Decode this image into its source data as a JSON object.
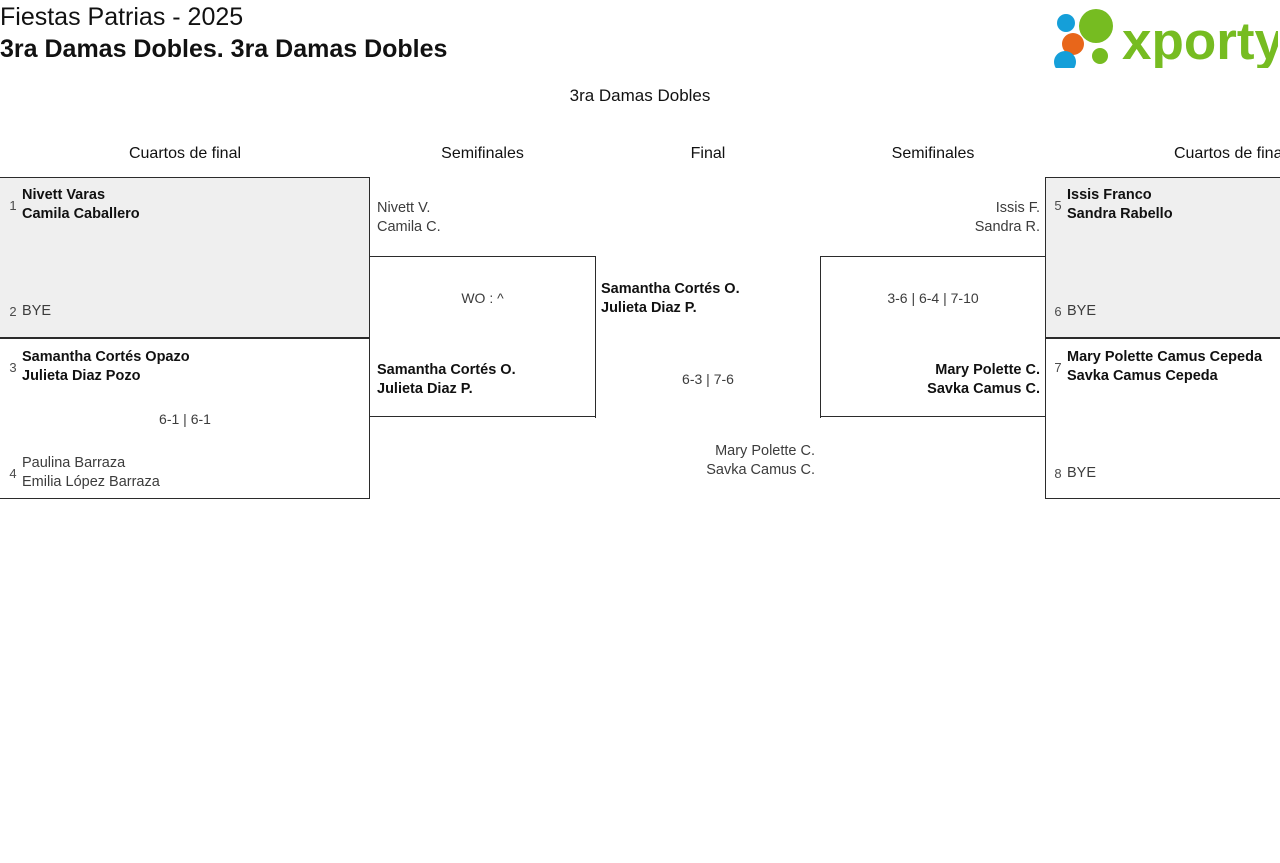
{
  "header": {
    "tournament": "Fiestas Patrias - 2025",
    "category": "3ra Damas Dobles. 3ra Damas Dobles",
    "logo_text": "xporty",
    "logo_colors": {
      "green": "#76bc21",
      "blue": "#159fd9",
      "orange": "#e8661a"
    }
  },
  "draw": {
    "title": "3ra Damas Dobles"
  },
  "rounds": [
    {
      "label": "Cuartos de final"
    },
    {
      "label": "Semifinales"
    },
    {
      "label": "Final"
    },
    {
      "label": "Semifinales"
    },
    {
      "label": "Cuartos de final"
    }
  ],
  "bracket": {
    "left_quarterfinals": [
      {
        "shaded": true,
        "top": {
          "seed": "1",
          "line1": "Nivett Varas",
          "line2": "Camila Caballero",
          "winner": true
        },
        "bottom": {
          "seed": "2",
          "line1": "BYE",
          "line2": "",
          "winner": false
        },
        "score": ""
      },
      {
        "shaded": false,
        "top": {
          "seed": "3",
          "line1": "Samantha Cortés Opazo",
          "line2": "Julieta Diaz Pozo",
          "winner": true
        },
        "bottom": {
          "seed": "4",
          "line1": "Paulina Barraza",
          "line2": "Emilia López Barraza",
          "winner": false
        },
        "score": "6-1 | 6-1"
      }
    ],
    "left_semifinal": {
      "top": {
        "line1": "Nivett V.",
        "line2": "Camila C.",
        "winner": false
      },
      "bottom": {
        "line1": "Samantha Cortés O.",
        "line2": "Julieta Diaz P.",
        "winner": true
      },
      "score": "WO : ^"
    },
    "final": {
      "top": {
        "line1": "Samantha Cortés O.",
        "line2": "Julieta Diaz P.",
        "winner": true
      },
      "bottom": {
        "line1": "Mary Polette C.",
        "line2": "Savka Camus C.",
        "winner": false
      },
      "score": "6-3 | 7-6"
    },
    "right_semifinal": {
      "top": {
        "line1": "Issis F.",
        "line2": "Sandra R.",
        "winner": false
      },
      "bottom": {
        "line1": "Mary Polette C.",
        "line2": "Savka Camus C.",
        "winner": true
      },
      "score": "3-6 | 6-4 | 7-10"
    },
    "right_quarterfinals": [
      {
        "shaded": true,
        "top": {
          "seed": "5",
          "line1": "Issis Franco",
          "line2": "Sandra Rabello",
          "winner": true
        },
        "bottom": {
          "seed": "6",
          "line1": "BYE",
          "line2": "",
          "winner": false
        },
        "score": ""
      },
      {
        "shaded": false,
        "top": {
          "seed": "7",
          "line1": "Mary Polette Camus Cepeda",
          "line2": "Savka Camus Cepeda",
          "winner": true
        },
        "bottom": {
          "seed": "8",
          "line1": "BYE",
          "line2": "",
          "winner": false
        },
        "score": ""
      }
    ]
  }
}
